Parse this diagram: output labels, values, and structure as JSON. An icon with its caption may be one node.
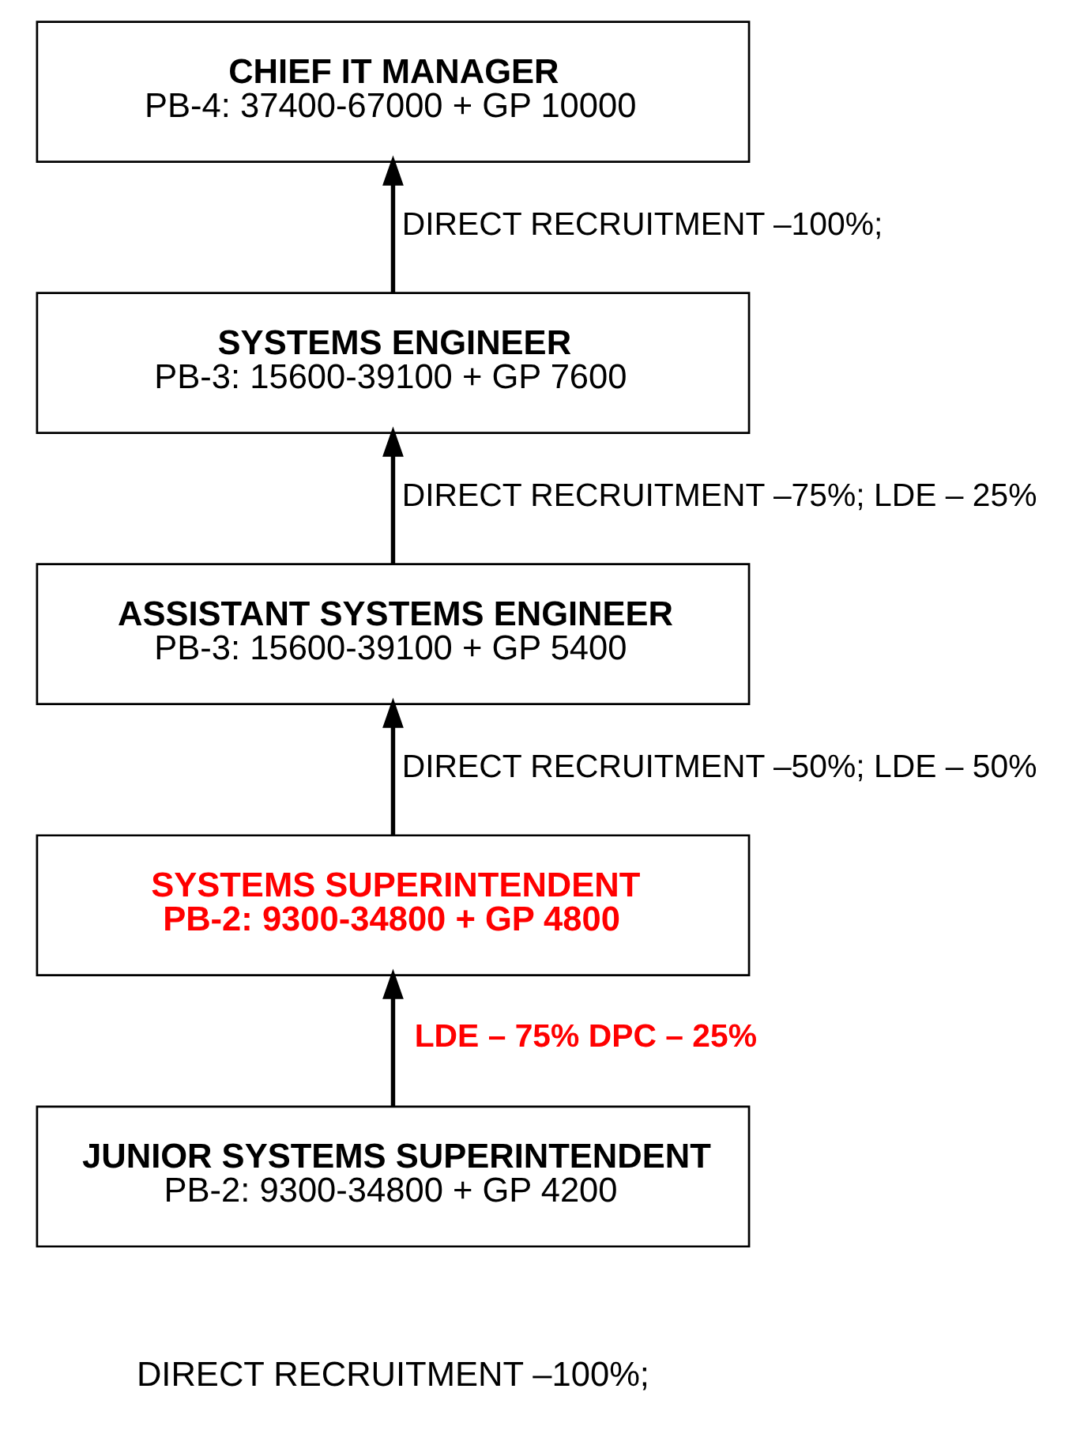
{
  "diagram": {
    "nodes": [
      {
        "text": [
          "CHIEF IT MANAGER",
          "PB-4: 37400-67000 + GP 10000"
        ]
      },
      {
        "text": [
          "SYSTEMS ENGINEER",
          "PB-3: 15600-39100 + GP 7600"
        ]
      },
      {
        "text": [
          "ASSISTANT SYSTEMS ENGINEER",
          "PB-3: 15600-39100 + GP 5400"
        ]
      },
      {
        "text": [
          "SYSTEMS SUPERINTENDENT",
          "PB-2: 9300-34800 + GP 4800"
        ]
      },
      {
        "text": [
          "JUNIOR SYSTEMS SUPERINTENDENT",
          "PB-2: 9300-34800 + GP 4200"
        ],
        "beside": [
          "DIRECT RECRUITMENT –100%;"
        ]
      }
    ],
    "edges": [
      {
        "from": 1,
        "to": 0,
        "arrow": "to",
        "label": "DIRECT RECRUITMENT –100%;"
      },
      {
        "from": 2,
        "to": 1,
        "arrow": "to",
        "label": "DIRECT RECRUITMENT –75%; LDE – 25%"
      },
      {
        "from": 3,
        "to": 2,
        "arrow": "to",
        "label": "DIRECT RECRUITMENT –50%; LDE – 50%"
      },
      {
        "from": 4,
        "to": 3,
        "arrow": "to",
        "label": "LDE – 75% DPC – 25%"
      }
    ]
  }
}
